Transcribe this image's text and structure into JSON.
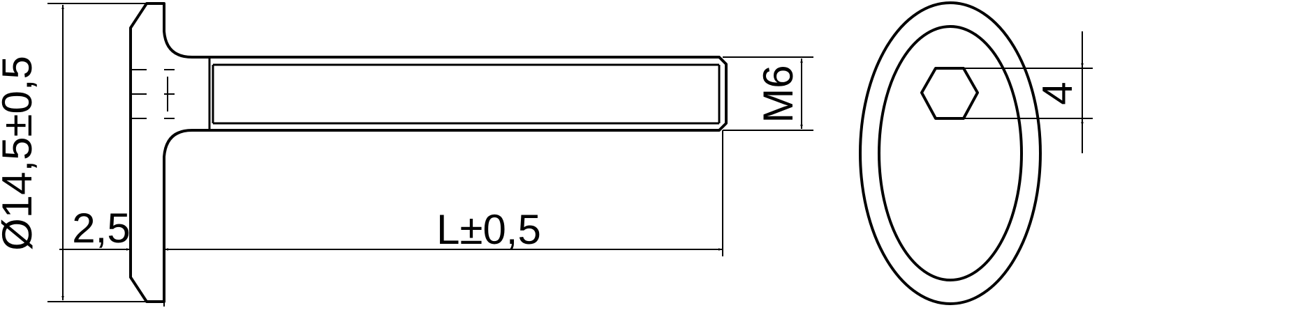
{
  "dimensions": {
    "head_diameter": "Ø14,5±0,5",
    "head_height": "2,5",
    "length": "L±0,5",
    "thread": "M6",
    "hex_socket": "4"
  },
  "colors": {
    "line": "#000000",
    "background": "#ffffff"
  }
}
